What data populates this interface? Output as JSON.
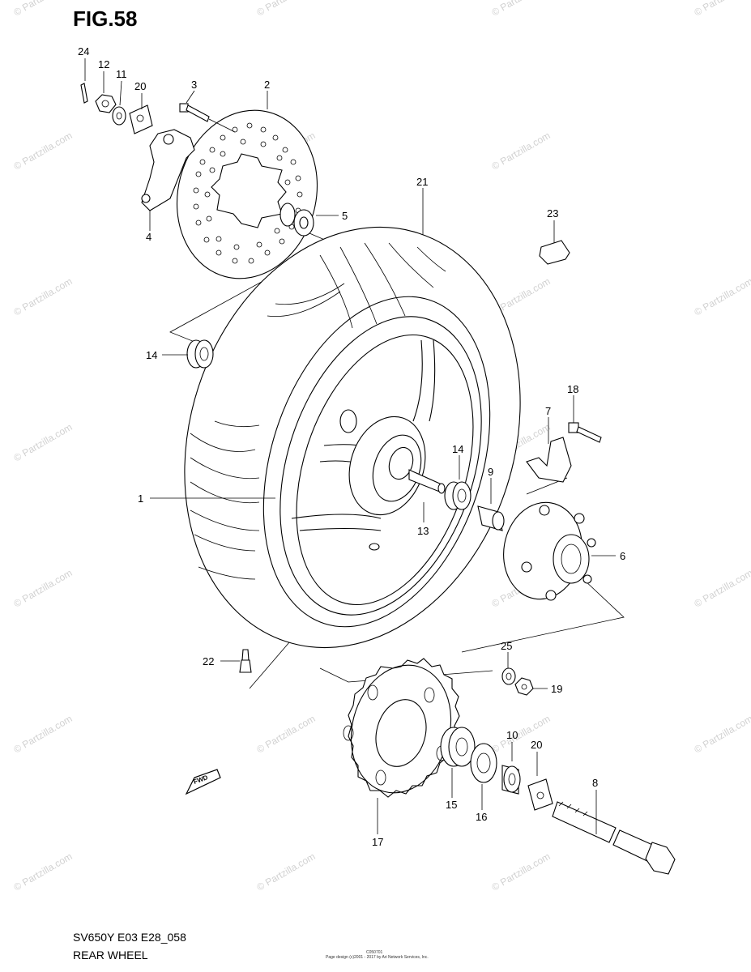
{
  "figure": {
    "title": "FIG.58"
  },
  "watermark": {
    "text": "© Partzilla.com"
  },
  "footer": {
    "model_code": "SV650Y E03 E28_058",
    "section_name": "REAR WHEEL",
    "small_ref": "C050701",
    "copyright": "Page design (c)2001 - 2017 by Ari Network Services, Inc."
  },
  "fwd_label": "FWD",
  "parts": [
    {
      "num": "24"
    },
    {
      "num": "12"
    },
    {
      "num": "11"
    },
    {
      "num": "20"
    },
    {
      "num": "3"
    },
    {
      "num": "2"
    },
    {
      "num": "4"
    },
    {
      "num": "5"
    },
    {
      "num": "21"
    },
    {
      "num": "23"
    },
    {
      "num": "14"
    },
    {
      "num": "18"
    },
    {
      "num": "7"
    },
    {
      "num": "14"
    },
    {
      "num": "9"
    },
    {
      "num": "1"
    },
    {
      "num": "13"
    },
    {
      "num": "6"
    },
    {
      "num": "22"
    },
    {
      "num": "25"
    },
    {
      "num": "19"
    },
    {
      "num": "10"
    },
    {
      "num": "20"
    },
    {
      "num": "8"
    },
    {
      "num": "15"
    },
    {
      "num": "16"
    },
    {
      "num": "17"
    }
  ]
}
